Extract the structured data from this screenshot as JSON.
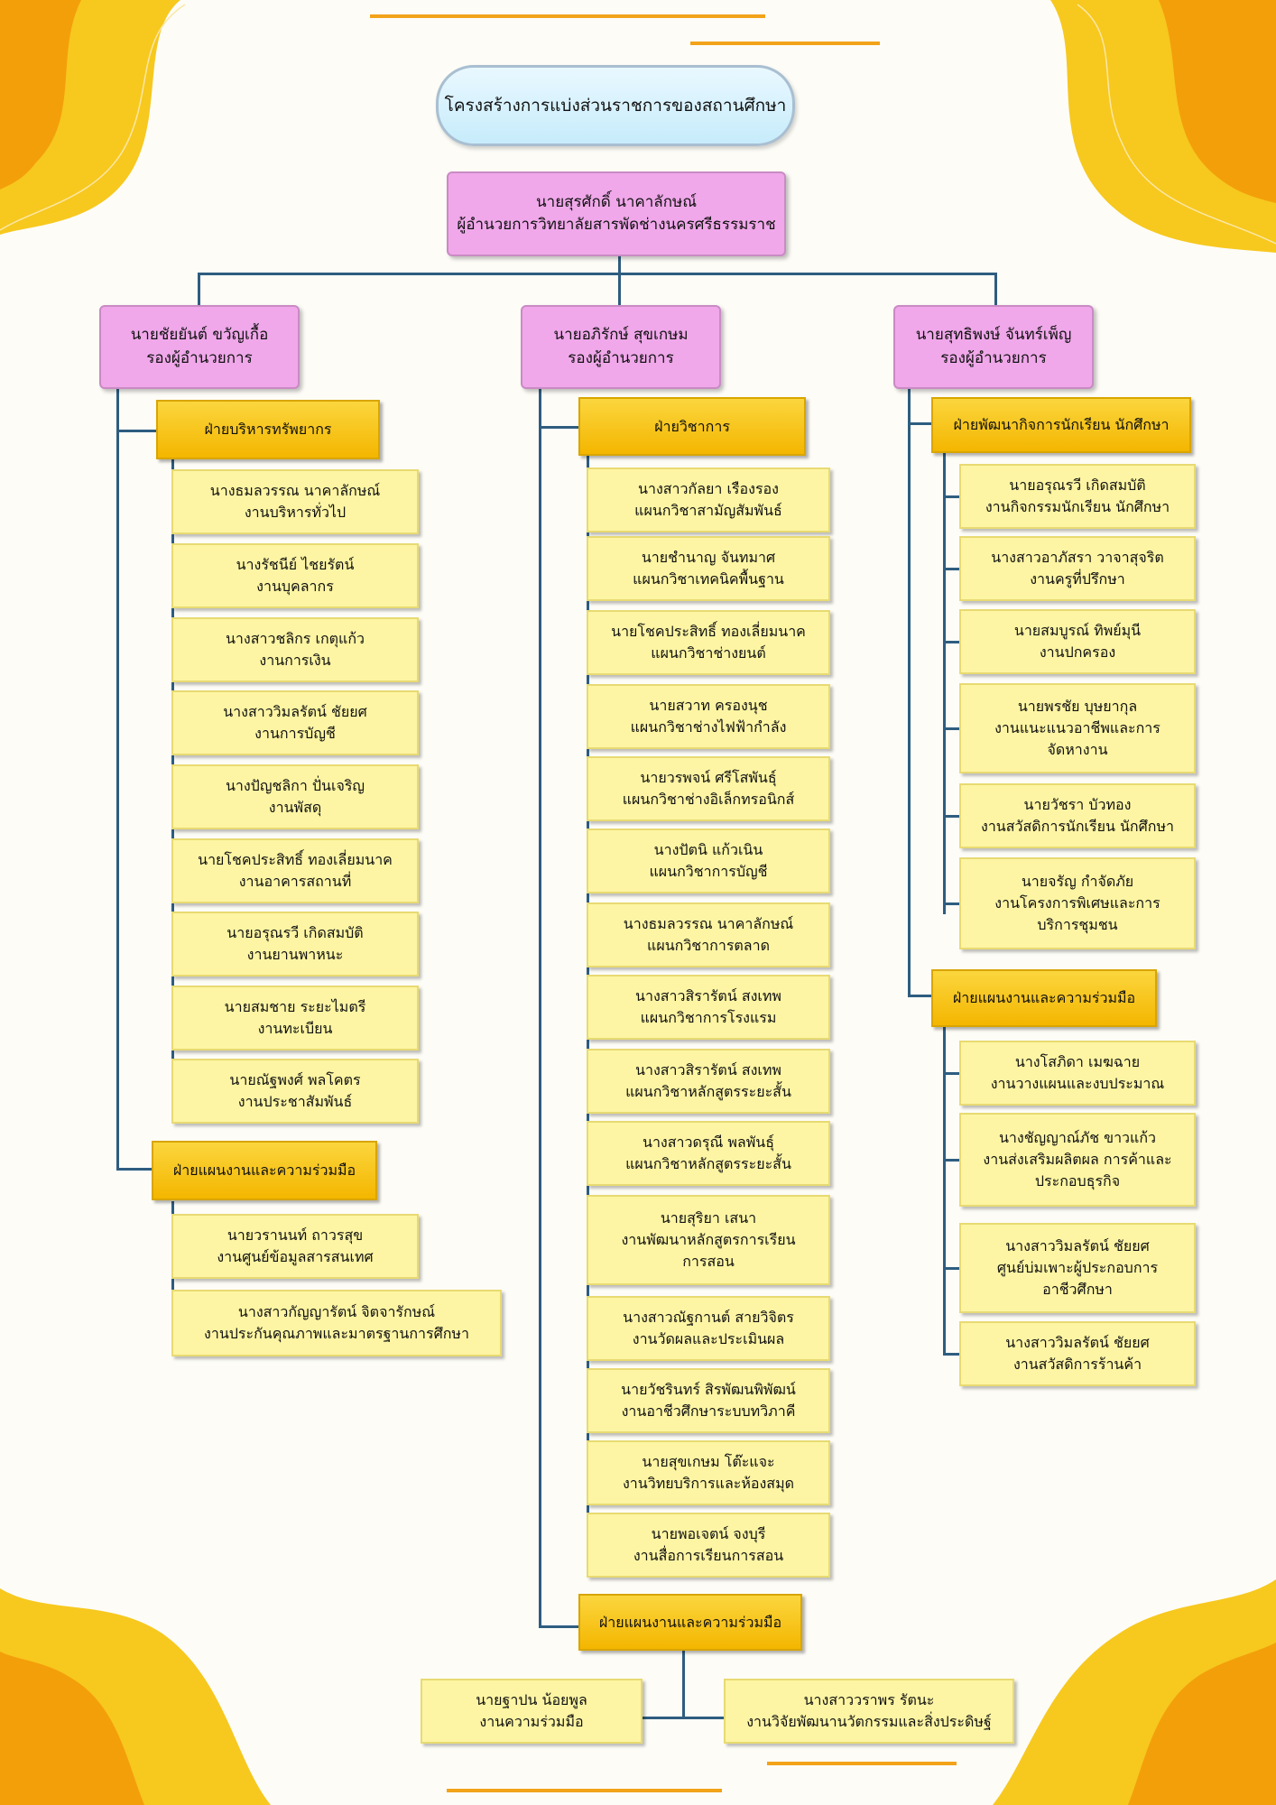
{
  "title": "โครงสร้างการแบ่งส่วนราชการของสถานศึกษา",
  "director": {
    "name": "นายสุรศักดิ์  นาคาลักษณ์",
    "role": "ผู้อำนวยการวิทยาลัยสารพัดช่างนครศรีธรรมราช"
  },
  "deputies": [
    {
      "name": "นายชัยยันต์  ขวัญเกื้อ",
      "role": "รองผู้อำนวยการ"
    },
    {
      "name": "นายอภิรักษ์  สุขเกษม",
      "role": "รองผู้อำนวยการ"
    },
    {
      "name": "นายสุทธิพงษ์  จันทร์เพ็ญ",
      "role": "รองผู้อำนวยการ"
    }
  ],
  "left": {
    "dept1": "ฝ่ายบริหารทรัพยากร",
    "staff1": [
      {
        "name": "นางธมลวรรณ  นาคาลักษณ์",
        "role": "งานบริหารทั่วไป"
      },
      {
        "name": "นางรัชนีย์  ไชยรัตน์",
        "role": "งานบุคลากร"
      },
      {
        "name": "นางสาวชลิกร  เกตุแก้ว",
        "role": "งานการเงิน"
      },
      {
        "name": "นางสาววิมลรัตน์  ชัยยศ",
        "role": "งานการบัญชี"
      },
      {
        "name": "นางปัญชลิกา  ปั่นเจริญ",
        "role": "งานพัสดุ"
      },
      {
        "name": "นายโชคประสิทธิ์ ทองเลี่ยมนาค",
        "role": "งานอาคารสถานที่"
      },
      {
        "name": "นายอรุณรวี  เกิดสมบัติ",
        "role": "งานยานพาหนะ"
      },
      {
        "name": "นายสมชาย  ระยะไมตรี",
        "role": "งานทะเบียน"
      },
      {
        "name": "นายณัฐพงศ์  พลโคตร",
        "role": "งานประชาสัมพันธ์"
      }
    ],
    "dept2": "ฝ่ายแผนงานและความร่วมมือ",
    "staff2": [
      {
        "name": "นายวรานนท์  ถาวรสุข",
        "role": "งานศูนย์ข้อมูลสารสนเทศ"
      },
      {
        "name": "นางสาวกัญญารัตน์  จิตจารักษณ์",
        "role": "งานประกันคุณภาพและมาตรฐานการศึกษา"
      }
    ]
  },
  "middle": {
    "dept1": "ฝ่ายวิชาการ",
    "staff1": [
      {
        "name": "นางสาวกัลยา  เรืองรอง",
        "role": "แผนกวิชาสามัญสัมพันธ์"
      },
      {
        "name": "นายชำนาญ  จันทมาศ",
        "role": "แผนกวิชาเทคนิคพื้นฐาน"
      },
      {
        "name": "นายโชคประสิทธิ์ ทองเลี่ยมนาค",
        "role": "แผนกวิชาช่างยนต์"
      },
      {
        "name": "นายสวาท  ครองนุช",
        "role": "แผนกวิชาช่างไฟฟ้ากำลัง"
      },
      {
        "name": "นายวรพจน์ ศรีโสพันธุ์",
        "role": "แผนกวิชาช่างอิเล็กทรอนิกส์"
      },
      {
        "name": "นางปัตนิ  แก้วเนิน",
        "role": "แผนกวิชาการบัญชี"
      },
      {
        "name": "นางธมลวรรณ  นาคาลักษณ์",
        "role": "แผนกวิชาการตลาด"
      },
      {
        "name": "นางสาวสิรารัตน์  สงเทพ",
        "role": "แผนกวิชาการโรงแรม"
      },
      {
        "name": "นางสาวสิรารัตน์  สงเทพ",
        "role": "แผนกวิชาหลักสูตรระยะสั้น"
      },
      {
        "name": "นางสาวดรุณี  พลพันธุ์",
        "role": "แผนกวิชาหลักสูตรระยะสั้น"
      },
      {
        "name": "นายสุริยา  เสนา",
        "role": "งานพัฒนาหลักสูตรการเรียน",
        "role2": "การสอน"
      },
      {
        "name": "นางสาวณัฐกานต์  สายวิจิตร",
        "role": "งานวัดผลและประเมินผล"
      },
      {
        "name": "นายวัชรินทร์  สิรพัฒนพิพัฒน์",
        "role": "งานอาชีวศึกษาระบบทวิภาคี"
      },
      {
        "name": "นายสุขเกษม  โต๊ะแจะ",
        "role": "งานวิทยบริการและห้องสมุด"
      },
      {
        "name": "นายพอเจตน์  จงบุรี",
        "role": "งานสื่อการเรียนการสอน"
      }
    ],
    "dept2": "ฝ่ายแผนงานและความร่วมมือ",
    "staff2": [
      {
        "name": "นายฐาปน  น้อยพูล",
        "role": "งานความร่วมมือ"
      },
      {
        "name": "นางสาววราพร  รัตนะ",
        "role": "งานวิจัยพัฒนานวัตกรรมและสิ่งประดิษฐ์"
      }
    ]
  },
  "right": {
    "dept1": "ฝ่ายพัฒนากิจการนักเรียน นักศึกษา",
    "staff1": [
      {
        "name": "นายอรุณรวี  เกิดสมบัติ",
        "role": "งานกิจกรรมนักเรียน นักศึกษา"
      },
      {
        "name": "นางสาวอาภัสรา  วาจาสุจริต",
        "role": "งานครูที่ปรึกษา"
      },
      {
        "name": "นายสมบูรณ์  ทิพย์มุนี",
        "role": "งานปกครอง"
      },
      {
        "name": "นายพรชัย  บุษยากุล",
        "role": "งานแนะแนวอาชีพและการ",
        "role2": "จัดหางาน"
      },
      {
        "name": "นายวัชรา  บัวทอง",
        "role": "งานสวัสดิการนักเรียน นักศึกษา"
      },
      {
        "name": "นายจรัญ  กำจัดภัย",
        "role": "งานโครงการพิเศษและการ",
        "role2": "บริการชุมชน"
      }
    ],
    "dept2": "ฝ่ายแผนงานและความร่วมมือ",
    "staff2": [
      {
        "name": "นางโสภิดา  เมฆฉาย",
        "role": "งานวางแผนและงบประมาณ"
      },
      {
        "name": "นางชัญญาณ์ภัช  ขาวแก้ว",
        "role": "งานส่งเสริมผลิตผล การค้าและ",
        "role2": "ประกอบธุรกิจ"
      },
      {
        "name": "นางสาววิมลรัตน์  ชัยยศ",
        "role": "ศูนย์บ่มเพาะผู้ประกอบการ",
        "role2": "อาชีวศึกษา"
      },
      {
        "name": "นางสาววิมลรัตน์  ชัยยศ",
        "role": "งานสวัสดิการร้านค้า"
      }
    ]
  }
}
